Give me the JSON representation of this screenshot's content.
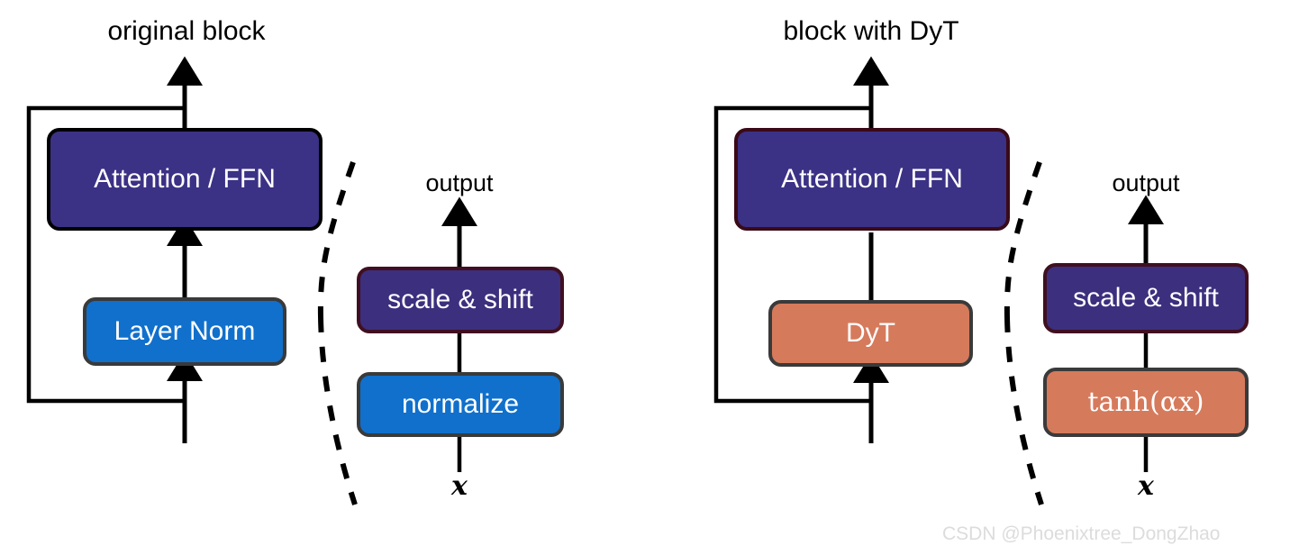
{
  "figure": {
    "title_left": "original block",
    "title_right": "block with DyT",
    "watermark": "CSDN @Phoenixtree_DongZhao",
    "background": "#FFFFFF"
  },
  "colors": {
    "indigo": "#3B3185",
    "blue": "#1070CC",
    "purple": "#3C2F7E",
    "orange": "#D67A5C",
    "stroke_black": "#000000",
    "stroke_gray": "#3A3A3A",
    "stroke_maroon": "#3A0A18",
    "watermark_gray": "#DCDCDC"
  },
  "left_panel": {
    "title": "original block",
    "block_nodes": [
      {
        "label": "Attention / FFN",
        "style": "indigo"
      },
      {
        "label": "Layer Norm",
        "style": "blue"
      }
    ],
    "detail": {
      "output_label": "output",
      "input_label": "x",
      "nodes": [
        {
          "label": "scale & shift",
          "style": "purple"
        },
        {
          "label": "normalize",
          "style": "blue"
        }
      ]
    }
  },
  "right_panel": {
    "title": "block with DyT",
    "block_nodes": [
      {
        "label": "Attention / FFN",
        "style": "indigo-maroon"
      },
      {
        "label": "DyT",
        "style": "orange"
      }
    ],
    "detail": {
      "output_label": "output",
      "input_label": "x",
      "nodes": [
        {
          "label": "scale & shift",
          "style": "purple"
        },
        {
          "label": "tanh(αx)",
          "style": "orange"
        }
      ]
    }
  }
}
